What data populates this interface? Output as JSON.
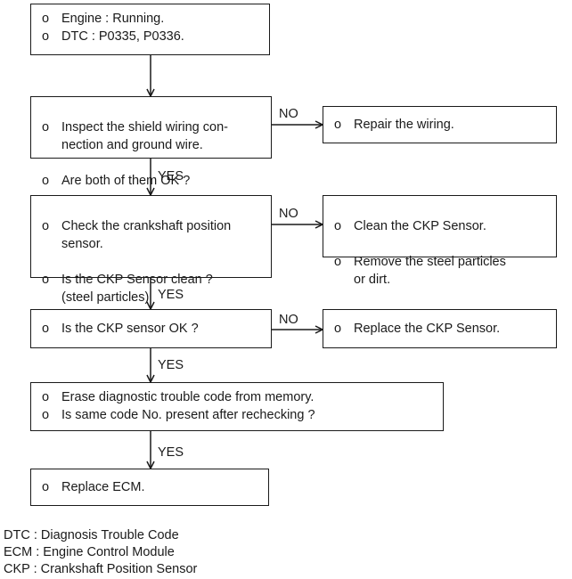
{
  "bullet": "o",
  "boxes": {
    "start": [
      "Engine : Running.",
      "DTC : P0335, P0336."
    ],
    "shield_check": [
      "Inspect the shield wiring con-\nnection and ground wire.",
      "Are both of them OK ?"
    ],
    "repair_wiring": [
      "Repair the wiring."
    ],
    "crankshaft_check": [
      "Check the crankshaft position\nsensor.",
      "Is the CKP Sensor clean ?\n(steel particles)"
    ],
    "clean_ckp": [
      "Clean the CKP Sensor.",
      "Remove the steel particles\nor dirt."
    ],
    "ckp_ok": [
      "Is the CKP sensor OK ?"
    ],
    "replace_ckp": [
      "Replace the CKP Sensor."
    ],
    "erase_dtc": [
      "Erase diagnostic trouble code from memory.",
      "Is same code No. present after rechecking ?"
    ],
    "replace_ecm": [
      "Replace ECM."
    ]
  },
  "branch_labels": {
    "no_1": "NO",
    "yes_1": "YES",
    "no_2": "NO",
    "yes_2": "YES",
    "no_3": "NO",
    "yes_3": "YES",
    "yes_4": "YES"
  },
  "legend": [
    "DTC : Diagnosis Trouble Code",
    "ECM : Engine Control Module",
    "CKP : Crankshaft Position Sensor"
  ]
}
